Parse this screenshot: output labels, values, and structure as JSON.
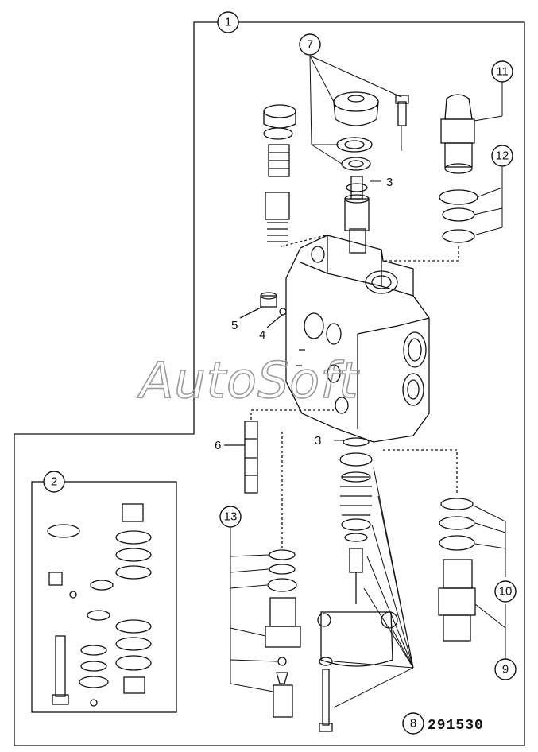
{
  "drawing_number": "291530",
  "watermark": "AutoSoft",
  "callouts": {
    "c1": "1",
    "c2": "2",
    "c7": "7",
    "c8": "8",
    "c9": "9",
    "c10": "10",
    "c11": "11",
    "c12": "12",
    "c13": "13"
  },
  "labels": {
    "l3a": "3",
    "l3b": "3",
    "l4": "4",
    "l5": "5",
    "l6": "6"
  }
}
